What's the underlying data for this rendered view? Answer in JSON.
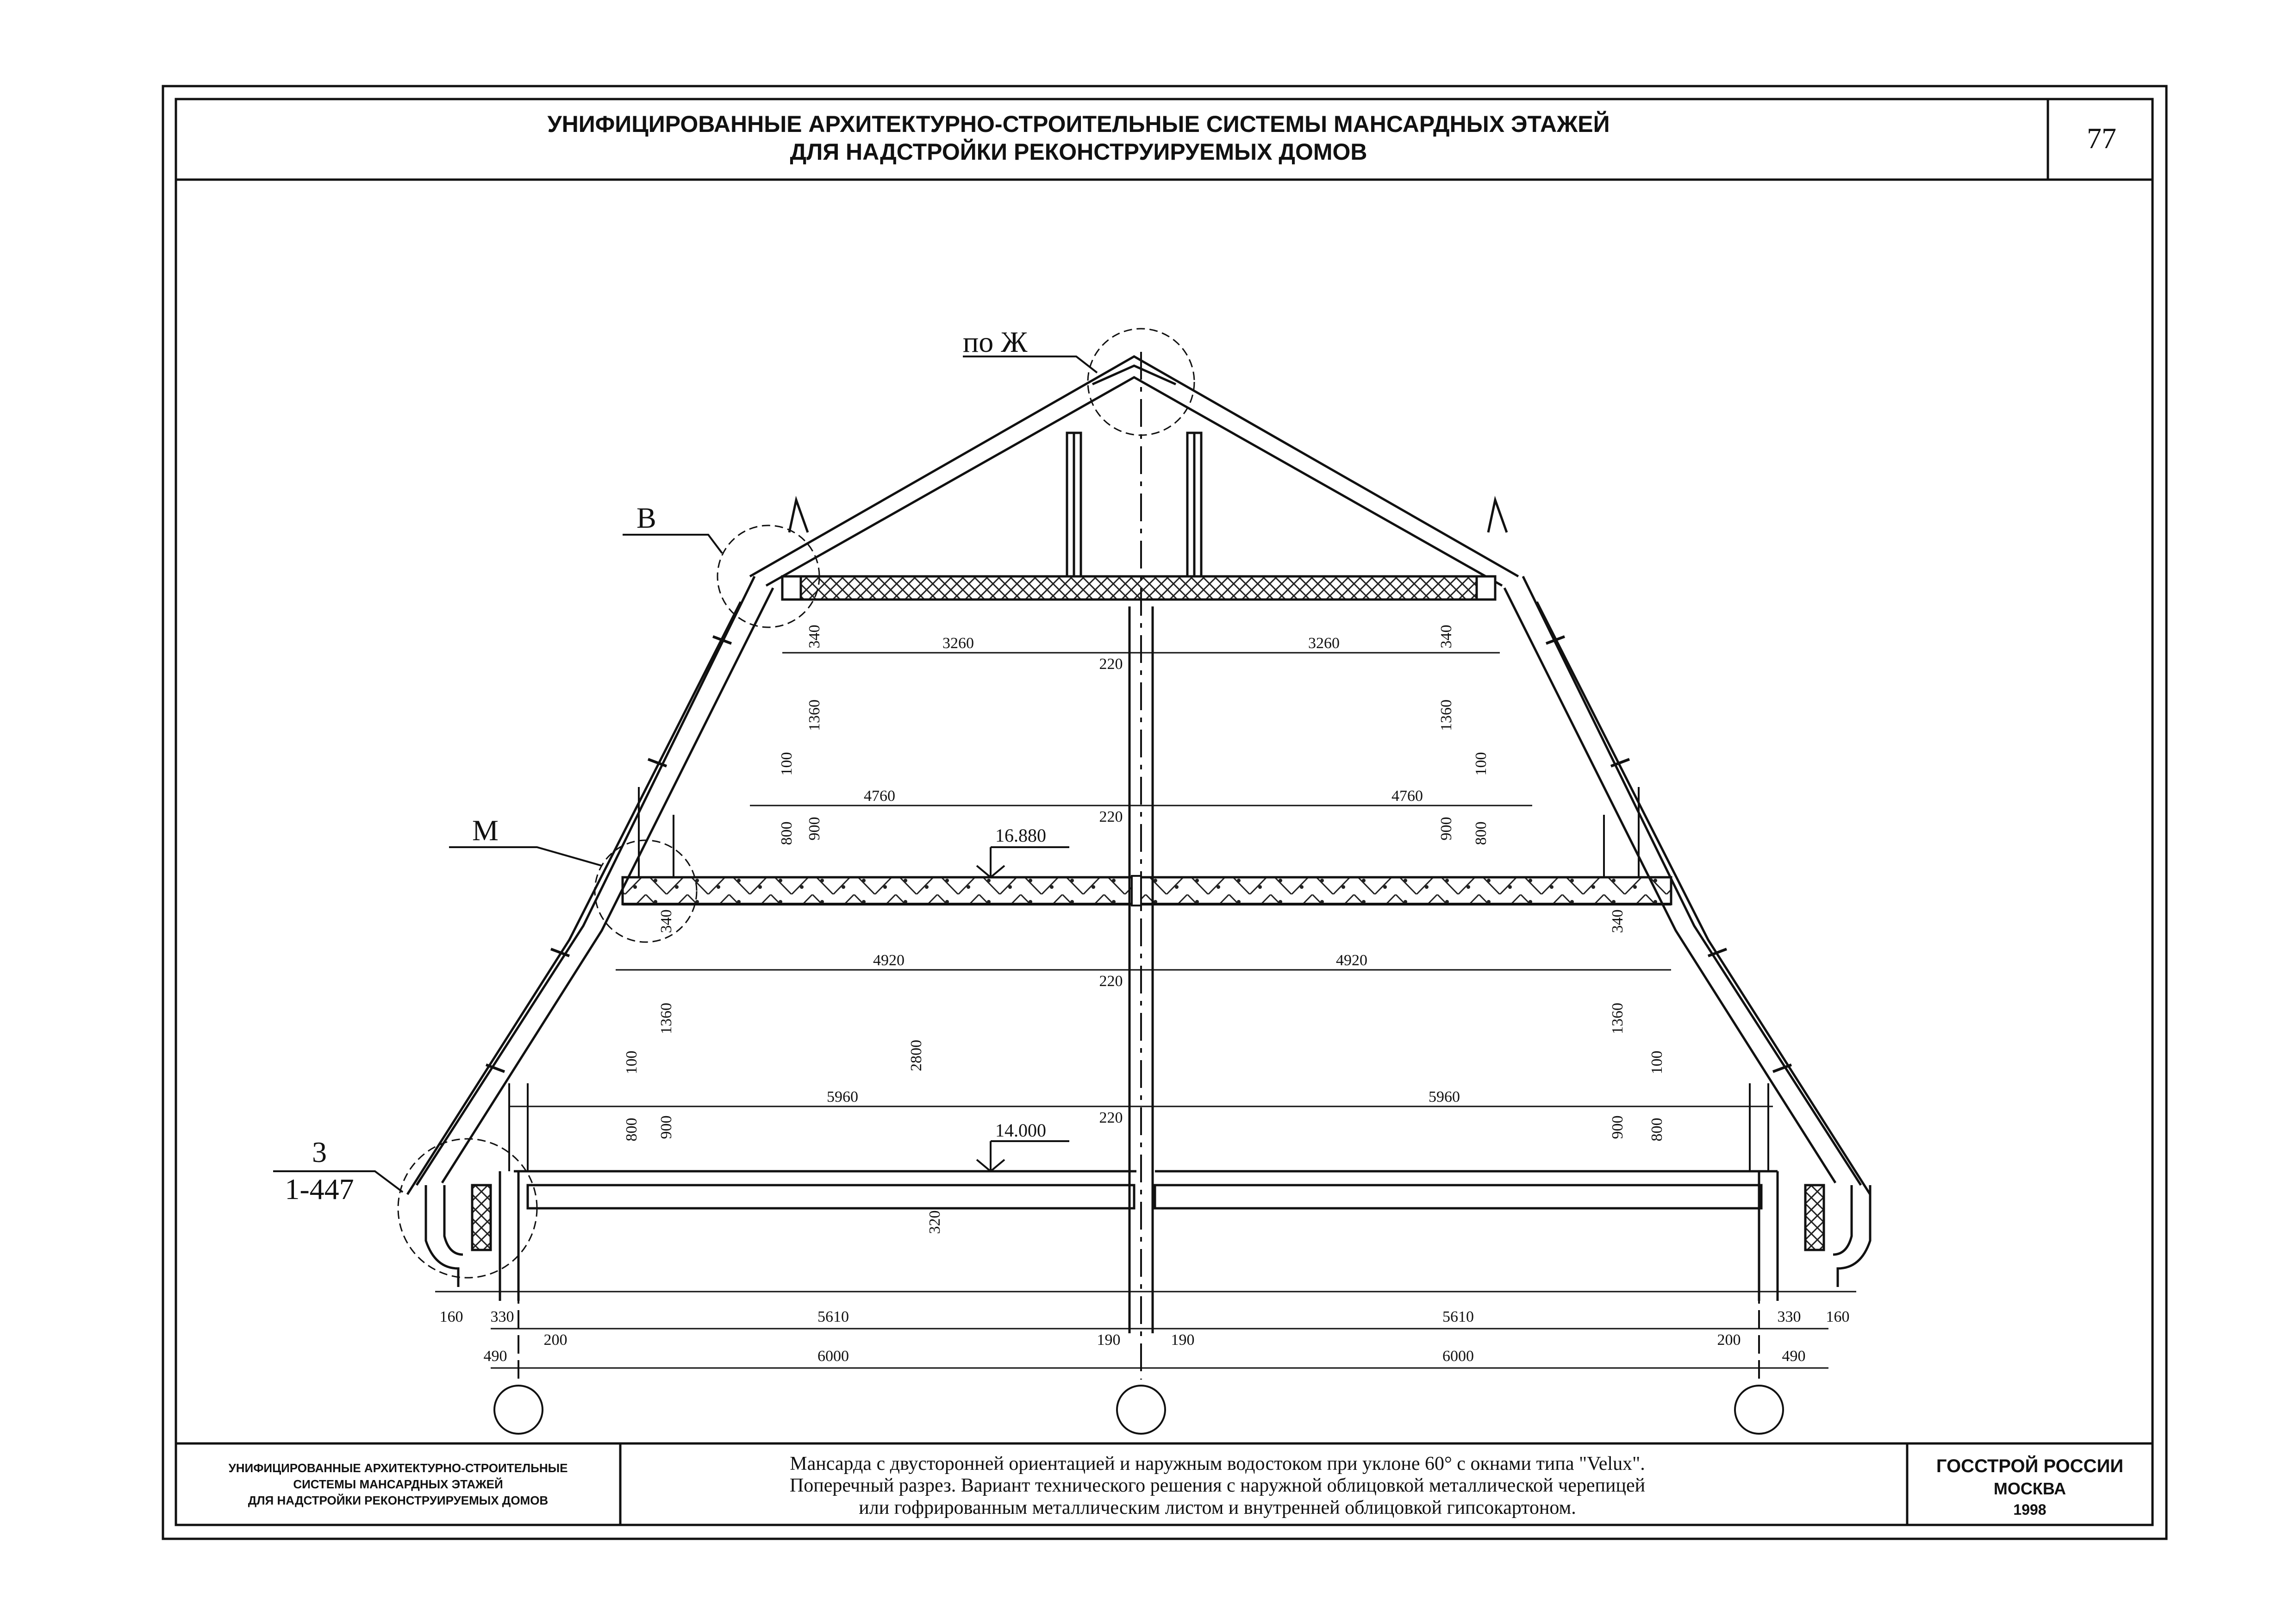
{
  "header": {
    "title_line1": "УНИФИЦИРОВАННЫЕ АРХИТЕКТУРНО-СТРОИТЕЛЬНЫЕ СИСТЕМЫ МАНСАРДНЫХ ЭТАЖЕЙ",
    "title_line2": "ДЛЯ НАДСТРОЙКИ РЕКОНСТРУИРУЕМЫХ ДОМОВ",
    "page_number": "77"
  },
  "callouts": {
    "ridge": "по Ж",
    "upper_eave": "В",
    "mid_floor": "М",
    "bottom_node_num": "3",
    "bottom_node_ref": "1-447"
  },
  "levels": {
    "upper": "16.880",
    "lower": "14.000"
  },
  "dimensions": {
    "top_span_left": "3260",
    "top_span_right": "3260",
    "top_wall": "220",
    "top_h_left": "340",
    "top_h_right": "340",
    "upper_h1_left": "1360",
    "upper_h1_right": "1360",
    "upper_h2_left": "100",
    "upper_h2_right": "100",
    "upper_span_left": "4760",
    "upper_span_right": "4760",
    "upper_wall": "220",
    "upper_h3_left": "800",
    "upper_h4_left": "900",
    "upper_h3_right": "900",
    "upper_h4_right": "800",
    "mid_h_left": "340",
    "mid_h_right": "340",
    "mid_span_left": "4920",
    "mid_span_right": "4920",
    "mid_wall": "220",
    "lower_h1_left": "1360",
    "lower_h1_right": "1360",
    "storey_height": "2800",
    "lower_h2_left": "100",
    "lower_h2_right": "100",
    "lower_span_left": "5960",
    "lower_span_right": "5960",
    "lower_wall": "220",
    "lower_h3_left": "800",
    "lower_h4_left": "900",
    "lower_h3_right": "900",
    "lower_h4_right": "800",
    "slab": "320",
    "b_160_left": "160",
    "b_330_left": "330",
    "b_5610_left": "5610",
    "b_5610_right": "5610",
    "b_330_right": "330",
    "b_160_right": "160",
    "b_490_left": "490",
    "b_200_left": "200",
    "b_6000_left": "6000",
    "b_190_left": "190",
    "b_190_right": "190",
    "b_6000_right": "6000",
    "b_200_right": "200",
    "b_490_right": "490"
  },
  "footer": {
    "left_line1": "УНИФИЦИРОВАННЫЕ АРХИТЕКТУРНО-СТРОИТЕЛЬНЫЕ",
    "left_line2": "СИСТЕМЫ МАНСАРДНЫХ ЭТАЖЕЙ",
    "left_line3": "ДЛЯ НАДСТРОЙКИ РЕКОНСТРУИРУЕМЫХ ДОМОВ",
    "desc_line1": "Мансарда с двусторонней ориентацией и наружным водостоком при уклоне 60° с окнами типа \"Velux\".",
    "desc_line2": "Поперечный разрез. Вариант технического решения с наружной облицовкой металлической черепицей",
    "desc_line3": "или гофрированным металлическим листом и внутренней облицовкой гипсокартоном.",
    "org_line1": "ГОССТРОЙ РОССИИ",
    "org_line2": "МОСКВА",
    "year": "1998"
  }
}
